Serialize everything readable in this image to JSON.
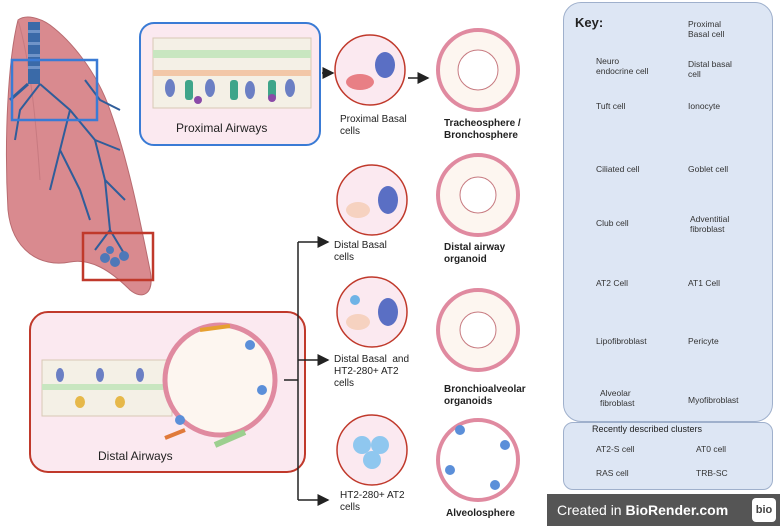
{
  "panels": {
    "proximal": "Proximal Airways",
    "distal": "Distal Airways"
  },
  "stages": {
    "proximal_basal": "Proximal Basal\ncells",
    "tracheosphere": "Tracheosphere /\nBronchosphere",
    "distal_basal": "Distal Basal\ncells",
    "distal_airway_organoid": "Distal airway\norganoid",
    "distal_basal_ht2": "Distal Basal  and\nHT2-280+ AT2\ncells",
    "bronchioalveolar": "Bronchioalveolar\norganoids",
    "ht2_at2": "HT2-280+ AT2\ncells",
    "alveolosphere": "Alveolosphere"
  },
  "key": {
    "title": "Key:",
    "items": [
      "Proximal\nBasal cell",
      "Neuro\nendocrine cell",
      "Distal basal\ncell",
      "Tuft cell",
      "Ionocyte",
      "Ciliated cell",
      "Goblet cell",
      "Club cell",
      "Adventitial\nfibroblast",
      "AT2 Cell",
      "AT1 Cell",
      "Lipofibroblast",
      "Pericyte",
      "Alveolar\nfibroblast",
      "Myofibroblast"
    ]
  },
  "recent": {
    "title": "Recently described clusters",
    "items": [
      "AT2-S cell",
      "AT0 cell",
      "RAS cell",
      "TRB-SC"
    ]
  },
  "watermark": {
    "prefix": "Created in ",
    "brand": "BioRender.com",
    "logo": "bio"
  },
  "colors": {
    "lung": "#d98a8f",
    "proximal_panel_border": "#3a7bd5",
    "distal_panel_border": "#c0392b",
    "panel_fill": "#fbe9f0",
    "key_fill": "#dde6f4"
  }
}
